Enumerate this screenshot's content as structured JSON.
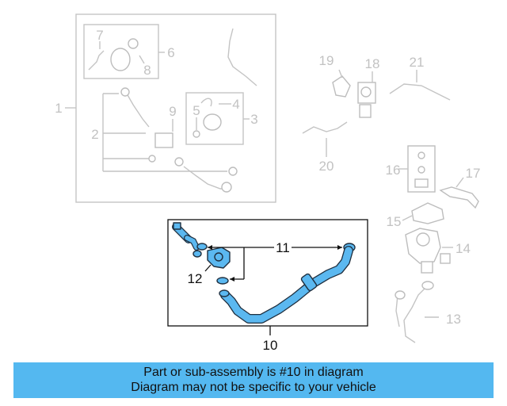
{
  "diagram": {
    "callouts_faded": [
      "1",
      "2",
      "3",
      "4",
      "5",
      "6",
      "7",
      "8",
      "9",
      "13",
      "14",
      "15",
      "16",
      "17",
      "18",
      "19",
      "20",
      "21"
    ],
    "callouts_highlighted": [
      "10",
      "11",
      "12"
    ],
    "colors": {
      "highlight": "#5bb8f0",
      "faded": "#c4c4c4",
      "banner": "#54b8f0"
    }
  },
  "banner": {
    "line1": "Part or sub-assembly is #10 in diagram",
    "line2": "Diagram may not be specific to your vehicle"
  }
}
